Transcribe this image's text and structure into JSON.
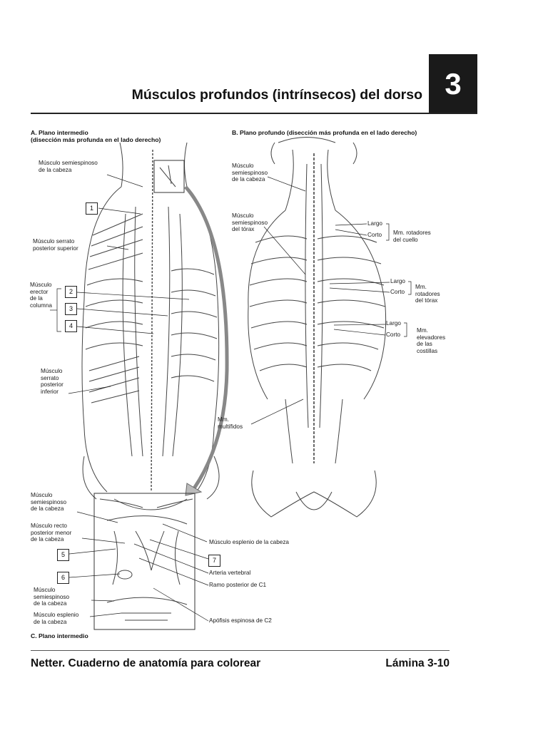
{
  "header": {
    "title": "Músculos profundos (intrínsecos) del dorso",
    "chapter_number": "3"
  },
  "panel_a": {
    "title_line1": "A. Plano intermedio",
    "title_line2": "(disección más profunda en el lado derecho)",
    "labels": {
      "semiespinoso_cabeza": "Músculo semiespinoso\nde la cabeza",
      "serrato_superior": "Músculo serrato\nposterior superior",
      "erector": "Músculo\nerector\nde la\ncolumna",
      "serrato_inferior": "Músculo\nserrato\nposterior\ninferior"
    },
    "numbers": [
      "1",
      "2",
      "3",
      "4"
    ]
  },
  "panel_b": {
    "title": "B. Plano profundo (disección más profunda en el lado derecho)",
    "labels": {
      "semiespinoso_cabeza": "Músculo\nsemiespinoso\nde la cabeza",
      "semiespinoso_torax": "Músculo\nsemiespinoso\ndel tórax",
      "multifidos": "Mm.\nmultífidos",
      "largo1": "Largo",
      "corto1": "Corto",
      "rotadores_cuello": "Mm. rotadores\ndel cuello",
      "largo2": "Largo",
      "corto2": "Corto",
      "rotadores_torax": "Mm.\nrotadores\ndel tórax",
      "largo3": "Largo",
      "corto3": "Corto",
      "elevadores": "Mm.\nelevadores\nde las\ncostillas"
    }
  },
  "panel_c": {
    "title": "C. Plano intermedio",
    "labels": {
      "semiespinoso_cabeza_top": "Músculo\nsemiespinoso\nde la cabeza",
      "recto_posterior": "Músculo recto\nposterior menor\nde la cabeza",
      "semiespinoso_cabeza_bottom": "Músculo\nsemiespinoso\nde la cabeza",
      "esplenio_bottom": "Músculo esplenio\nde la cabeza",
      "esplenio_right": "Músculo esplenio de la cabeza",
      "arteria": "Arteria vertebral",
      "ramo": "Ramo posterior de C1",
      "apofisis": "Apófisis espinosa de C2"
    },
    "numbers": [
      "5",
      "6",
      "7"
    ]
  },
  "footer": {
    "left": "Netter. Cuaderno de anatomía para colorear",
    "right": "Lámina 3-10"
  }
}
